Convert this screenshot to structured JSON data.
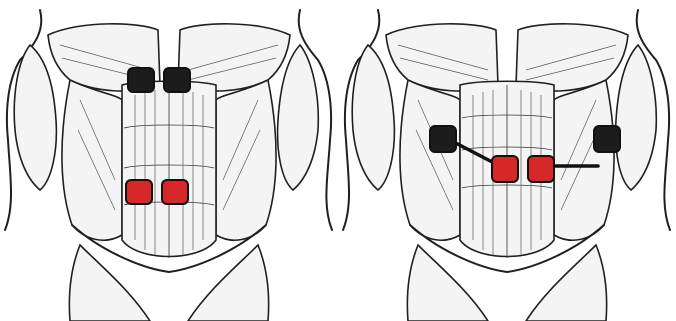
{
  "figure": {
    "panels": [
      {
        "id": "left",
        "config": "front-rectus-pair"
      },
      {
        "id": "right",
        "config": "front-lateral-wired"
      }
    ]
  },
  "colors": {
    "pad_black": "#1c1c1c",
    "pad_red": "#d62828",
    "outline": "#202020",
    "background": "#ffffff"
  },
  "electrodes": {
    "left": [
      {
        "role": "upper-left",
        "color": "black"
      },
      {
        "role": "upper-right",
        "color": "black"
      },
      {
        "role": "lower-left",
        "color": "red"
      },
      {
        "role": "lower-right",
        "color": "red"
      }
    ],
    "right": [
      {
        "role": "side-left",
        "color": "black"
      },
      {
        "role": "center-left",
        "color": "red"
      },
      {
        "role": "center-right",
        "color": "red"
      },
      {
        "role": "side-right",
        "color": "black"
      }
    ]
  }
}
